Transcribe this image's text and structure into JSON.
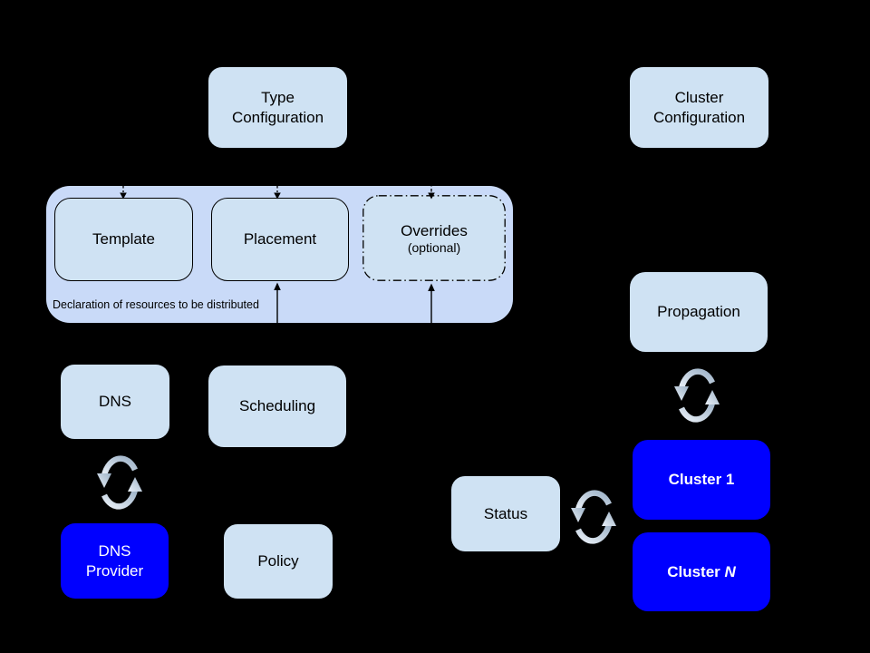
{
  "diagram": {
    "description_domain": "federation-architecture-diagram",
    "colors": {
      "background": "#000000",
      "group_fill": "#c9daf8",
      "node_fill": "#cfe2f3",
      "cluster_node_fill": "#0000ff",
      "node_text": "#000000",
      "cluster_node_text": "#ffffff",
      "connector": "#000000",
      "sync_icon_light": "#e9f0f8",
      "sync_icon_dark": "#9db2c7"
    },
    "nodes": {
      "type_configuration": {
        "line1": "Type",
        "line2": "Configuration"
      },
      "cluster_configuration": {
        "line1": "Cluster",
        "line2": "Configuration"
      },
      "template": {
        "label": "Template"
      },
      "placement": {
        "label": "Placement"
      },
      "overrides": {
        "label": "Overrides",
        "sublabel": "(optional)"
      },
      "dns": {
        "label": "DNS"
      },
      "scheduling": {
        "label": "Scheduling"
      },
      "dns_provider": {
        "line1": "DNS",
        "line2": "Provider"
      },
      "policy": {
        "label": "Policy"
      },
      "propagation": {
        "label": "Propagation"
      },
      "status": {
        "label": "Status"
      },
      "cluster_1": {
        "label": "Cluster 1"
      },
      "cluster_n": {
        "prefix": "Cluster",
        "suffix": "N"
      }
    },
    "group_note": "Declaration of resources to be distributed",
    "icons": {
      "sync_cycle": "sync-cycle-icon",
      "arrow_down": "arrow-down-icon",
      "arrow_up": "arrow-up-icon"
    }
  }
}
